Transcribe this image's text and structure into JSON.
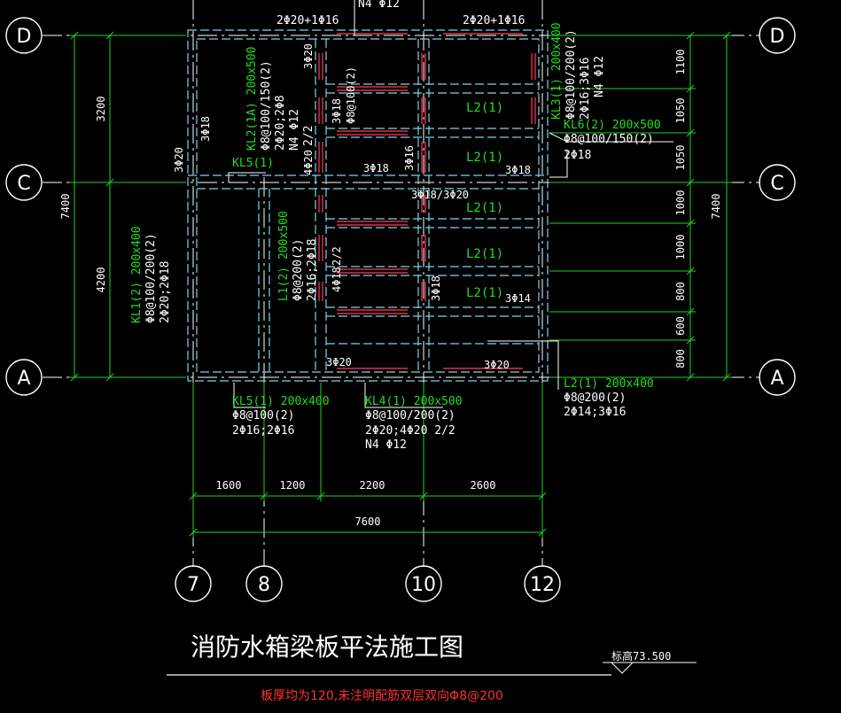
{
  "colors": {
    "background": "#000000",
    "beam_outline": "#7fd4e8",
    "rebar": "#e0304a",
    "dim_green": "#1fd21f",
    "label_green": "#22dd22",
    "label_white": "#ffffff",
    "label_yellow": "#e6e600",
    "title_white": "#ffffff",
    "note_red": "#ff3030"
  },
  "grid": {
    "rows": [
      {
        "label": "D"
      },
      {
        "label": "C"
      },
      {
        "label": "A"
      }
    ],
    "cols": [
      {
        "label": "7"
      },
      {
        "label": "8"
      },
      {
        "label": "10"
      },
      {
        "label": "12"
      }
    ]
  },
  "dims": {
    "left_inner": [
      "3200",
      "4200"
    ],
    "left_total": "7400",
    "right_inner": [
      "1100",
      "1050",
      "1050",
      "1000",
      "1000",
      "800",
      "600",
      "800"
    ],
    "right_total": "7400",
    "bottom_inner": [
      "1600",
      "1200",
      "2200",
      "2600"
    ],
    "bottom_total": "7600"
  },
  "labels": {
    "top_left_rebar": "2Φ20+1Φ16",
    "top_right_rebar": "2Φ20+1Φ16",
    "top_cut": "N4 Φ12",
    "kl2_1": "KL2(1A) 200x500",
    "kl2_2": "Φ8@100/150(2)",
    "kl2_3": "2Φ20;2Φ8",
    "kl2_4": "N4 Φ12",
    "kl2_5": "2/2",
    "kl3_1": "KL3(1) 200x400",
    "kl3_2": "Φ8@100/200(2)",
    "kl3_3": "2Φ16;3Φ16",
    "kl3_4": "N4 Φ12",
    "kl6_1": "KL6(2) 200x500",
    "kl6_2": "Φ8@100/150(2)",
    "kl6_3": "2Φ18",
    "kl1_1": "KL1(2) 200x400",
    "kl1_2": "Φ8@100/200(2)",
    "kl1_3": "2Φ20;2Φ18",
    "l1_1": "L1(2) 200x500",
    "l1_2": "Φ8@200(2)",
    "l1_3": "2Φ16;2Φ18",
    "kl5_top": "KL5(1)",
    "kl5_1": "KL5(1) 200x400",
    "kl5_2": "Φ8@100(2)",
    "kl5_3": "2Φ16;2Φ16",
    "kl4_1": "KL4(1) 200x500",
    "kl4_2": "Φ8@100/200(2)",
    "kl4_3": "2Φ20;4Φ20 2/2",
    "kl4_4": "N4 Φ12",
    "l2b_1": "L2(1) 200x400",
    "l2b_2": "Φ8@200(2)",
    "l2b_3": "2Φ14;3Φ16",
    "l2": "L2(1)",
    "r_3f18_a": "3Φ18",
    "r_3f18_b": "3Φ18",
    "r_3f18_c": "3Φ18",
    "r_3f20_a": "3Φ20",
    "r_3f20_b": "3Φ20",
    "r_3f20_c": "3Φ20",
    "r_3f20_d": "3Φ20",
    "r_3f18_3f20": "3Φ18/3Φ20",
    "r_3f14": "3Φ14",
    "r_3f16": "3Φ16",
    "r_3f18_v": "3Φ18",
    "r_4f18": "4Φ18",
    "r_4f20": "4Φ20",
    "r_22": "2/2",
    "r_f8_100": "Φ8@100(2)",
    "r_3f18_v2": "3Φ18"
  },
  "title": "消防水箱梁板平法施工图",
  "elevation": "标高73.500",
  "note": "板厚均为120,未注明配筋双层双向Φ8@200"
}
